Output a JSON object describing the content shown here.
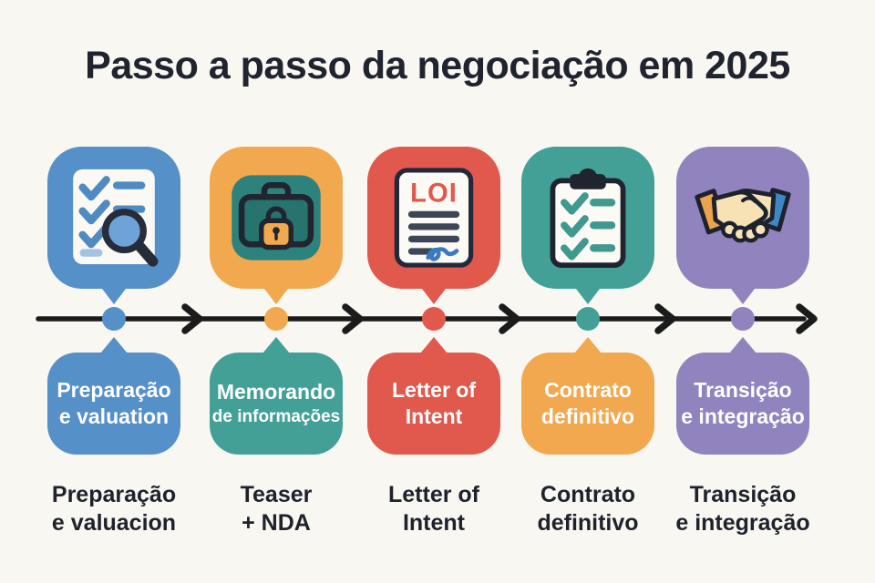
{
  "title": "Passo a passo da negociação em 2025",
  "colors": {
    "background": "#f9f7f1",
    "title_text": "#20242f",
    "timeline_line": "#1b1b1b",
    "caption_text": "#1e222c",
    "bubble_text": "#ffffff"
  },
  "steps": [
    {
      "icon": "checklist-magnifier-icon",
      "accent": "#5590c8",
      "label_accent": "#5590c8",
      "label_lines": [
        "Preparação",
        "e valuation"
      ],
      "caption_lines": [
        "Preparação",
        "e valuacion"
      ]
    },
    {
      "icon": "briefcase-lock-icon",
      "accent": "#f1a84e",
      "label_accent": "#42a097",
      "label_lines": [
        "Memorando",
        "de informações"
      ],
      "caption_lines": [
        "Teaser",
        "+ NDA"
      ]
    },
    {
      "icon": "loi-document-icon",
      "accent": "#e0594c",
      "label_accent": "#e0594c",
      "label_lines": [
        "Letter of",
        "Intent"
      ],
      "caption_lines": [
        "Letter of",
        "Intent"
      ]
    },
    {
      "icon": "clipboard-checklist-icon",
      "accent": "#42a097",
      "label_accent": "#f1a84e",
      "label_lines": [
        "Contrato",
        "definitivo"
      ],
      "caption_lines": [
        "Contrato",
        "definitivo"
      ]
    },
    {
      "icon": "handshake-icon",
      "accent": "#9184be",
      "label_accent": "#9184be",
      "label_lines": [
        "Transição",
        "e integração"
      ],
      "caption_lines": [
        "Transição",
        "e integração"
      ]
    }
  ]
}
